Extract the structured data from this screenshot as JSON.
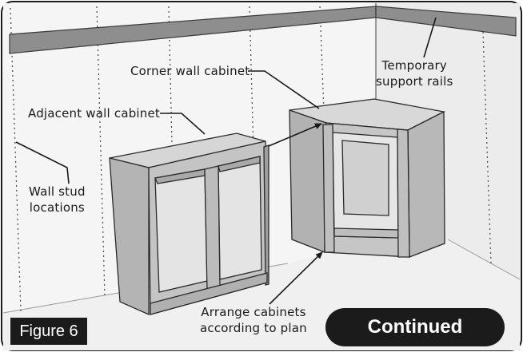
{
  "labels": {
    "corner": "Corner wall cabinet",
    "adjacent": "Adjacent wall cabinet",
    "temporary": "Temporary\nsupport rails",
    "stud": "Wall stud\nlocations",
    "arrange": "Arrange cabinets\naccording to plan"
  },
  "figure_label": "Figure 6",
  "continued_label": "Continued"
}
